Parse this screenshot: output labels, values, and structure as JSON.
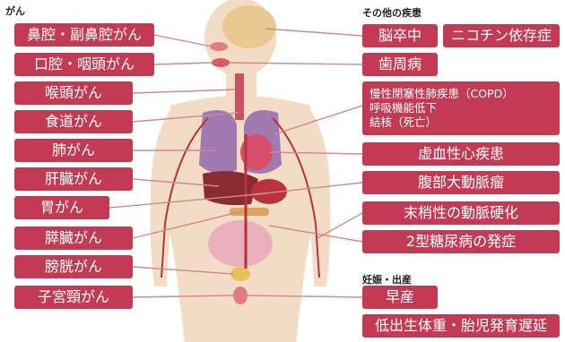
{
  "sections": {
    "cancer": "がん",
    "other": "その他の疾患",
    "pregnancy": "妊娠・出産"
  },
  "cancer_labels": [
    "鼻腔・副鼻腔がん",
    "口腔・咽頭がん",
    "喉頭がん",
    "食道がん",
    "肺がん",
    "肝臓がん",
    "胃がん",
    "膵臓がん",
    "膀胱がん",
    "子宮頸がん"
  ],
  "other_labels": {
    "stroke": "脳卒中",
    "nicotine": "ニコチン依存症",
    "periodontal": "歯周病",
    "copd_lines": [
      "慢性閉塞性肺疾患（COPD）",
      "呼吸機能低下",
      "結核（死亡）"
    ],
    "ischemic": "虚血性心疾患",
    "aortic": "腹部大動脈瘤",
    "arterio": "末梢性の動脈硬化",
    "diabetes": "2型糖尿病の発症"
  },
  "pregnancy_labels": {
    "preterm": "早産",
    "lbw": "低出生体重・胎児発育遅延"
  },
  "colors": {
    "label_bg": "#c33a55",
    "body_fill": "#f3dcc6",
    "organ_red": "#b8323f",
    "lung_purple": "#a07ab0"
  }
}
